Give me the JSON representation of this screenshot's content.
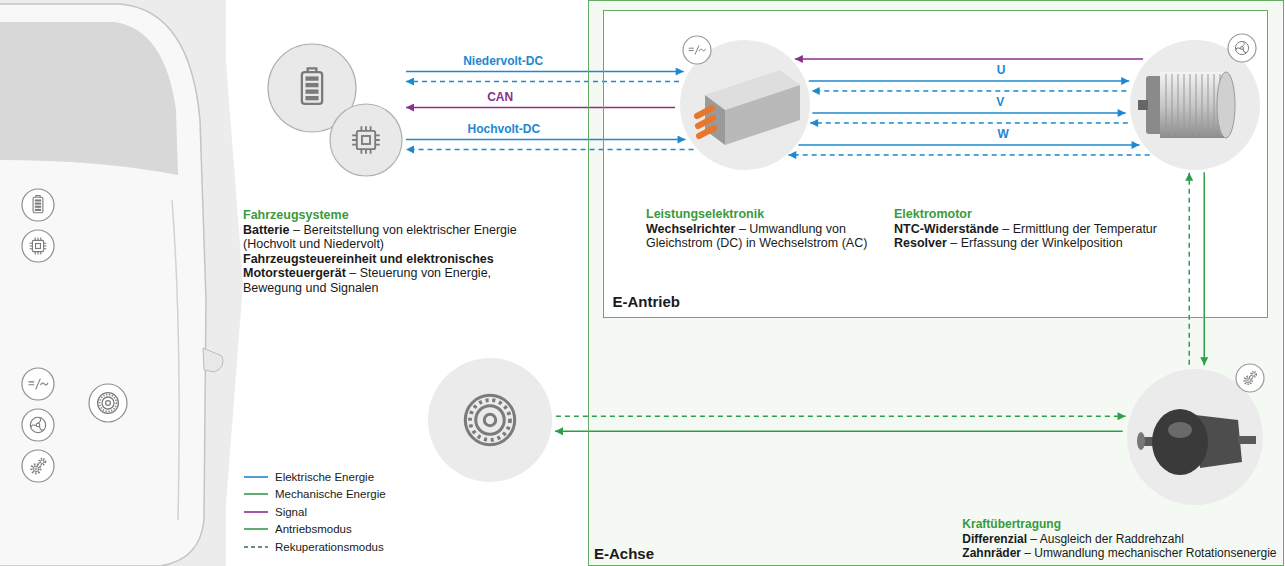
{
  "diagram": {
    "nodes": [
      {
        "text": [
          "Fahrzeugsysteme",
          "Batterie",
          "– Bereitstellung von elektrischer Energie (Hochvolt und Niedervolt)",
          "Fahrzeugsteuereinheit und elektronisches Motorsteuergerät",
          "– Steuerung von Energie, Bewegung und Signalen"
        ]
      },
      {
        "text": [
          "E-Achse"
        ]
      },
      {
        "text": [
          "E-Antrieb"
        ],
        "in": 1
      },
      {
        "text": [
          "Leistungselektronik",
          "Wechselrichter",
          "– Umwandlung von Gleichstrom (DC) in Wechselstrom (AC)"
        ],
        "in": 2
      },
      {
        "text": [
          "Elektromotor",
          "NTC-Widerstände",
          "– Ermittlung der Temperatur",
          "Resolver",
          "– Erfassung der Winkelposition"
        ],
        "in": 2
      },
      {
        "text": [
          "Kraftübertragung",
          "Differenzial",
          "– Ausgleich der Raddrehzahl",
          "Zahnräder",
          "– Umwandlung mechanischer Rotationsenergie"
        ],
        "in": 1
      },
      {
        "text": []
      }
    ],
    "edges": [
      {
        "from": 0,
        "to": 3,
        "label": "Niedervolt-DC",
        "arrow": "to"
      },
      {
        "from": 3,
        "to": 0,
        "arrow": "to"
      },
      {
        "from": 3,
        "to": 0,
        "label": "CAN",
        "arrow": "to"
      },
      {
        "from": 0,
        "to": 3,
        "label": "Hochvolt-DC",
        "arrow": "to"
      },
      {
        "from": 3,
        "to": 0,
        "arrow": "to"
      },
      {
        "from": 4,
        "to": 3,
        "arrow": "to"
      },
      {
        "from": 3,
        "to": 4,
        "label": "U",
        "arrow": "to"
      },
      {
        "from": 4,
        "to": 3,
        "arrow": "to"
      },
      {
        "from": 3,
        "to": 4,
        "label": "V",
        "arrow": "to"
      },
      {
        "from": 4,
        "to": 3,
        "arrow": "to"
      },
      {
        "from": 3,
        "to": 4,
        "label": "W",
        "arrow": "to"
      },
      {
        "from": 4,
        "to": 3,
        "arrow": "to"
      },
      {
        "from": 5,
        "to": 4,
        "arrow": "to"
      },
      {
        "from": 4,
        "to": 5,
        "arrow": "to"
      },
      {
        "from": 6,
        "to": 5,
        "arrow": "to"
      },
      {
        "from": 5,
        "to": 6,
        "arrow": "to"
      }
    ],
    "legend": [
      {
        "text": "Elektrische Energie"
      },
      {
        "text": "Mechanische Energie"
      },
      {
        "text": "Signal"
      },
      {
        "text": "Antriebsmodus"
      },
      {
        "text": "Rekuperationsmodus"
      }
    ]
  }
}
